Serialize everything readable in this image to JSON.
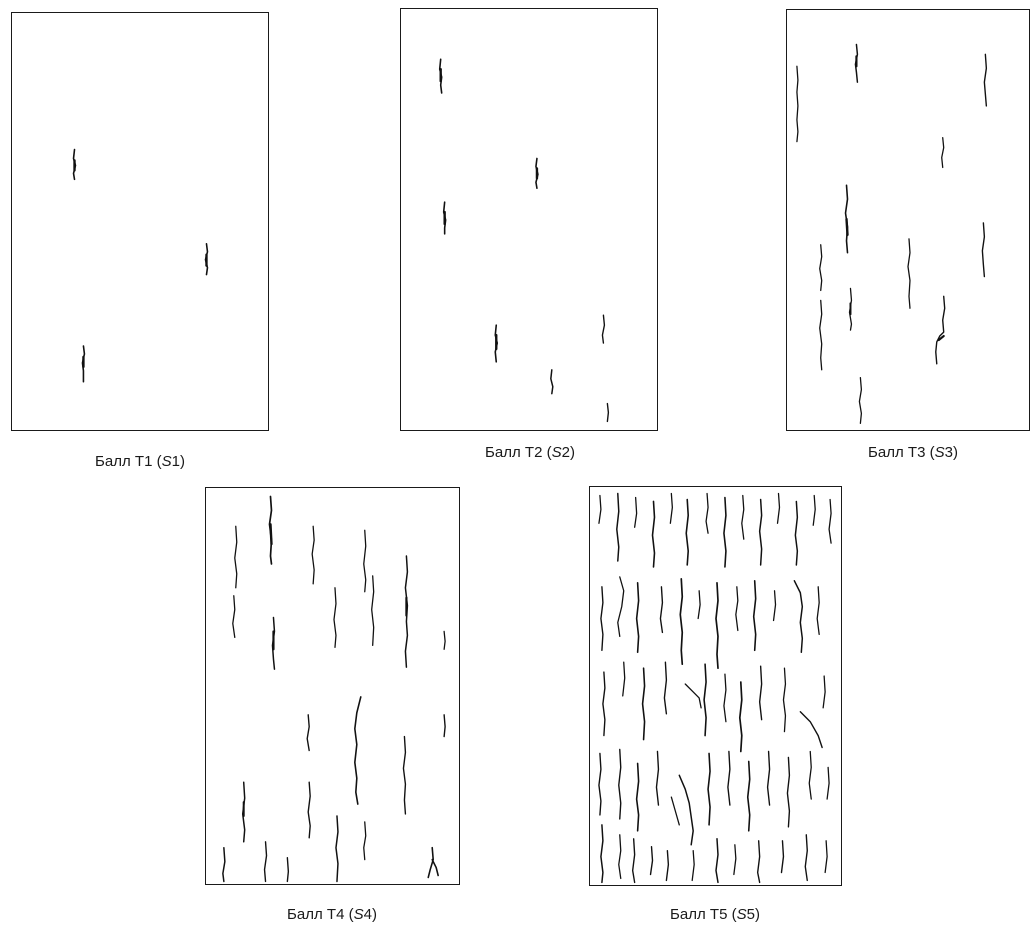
{
  "figure": {
    "panels": [
      {
        "label": "Балл T1",
        "symbol": "S",
        "number": "1"
      },
      {
        "label": "Балл T2",
        "symbol": "S",
        "number": "2"
      },
      {
        "label": "Балл T3",
        "symbol": "S",
        "number": "3"
      },
      {
        "label": "Балл T4",
        "symbol": "S",
        "number": "4"
      },
      {
        "label": "Балл T5",
        "symbol": "S",
        "number": "5"
      }
    ]
  }
}
